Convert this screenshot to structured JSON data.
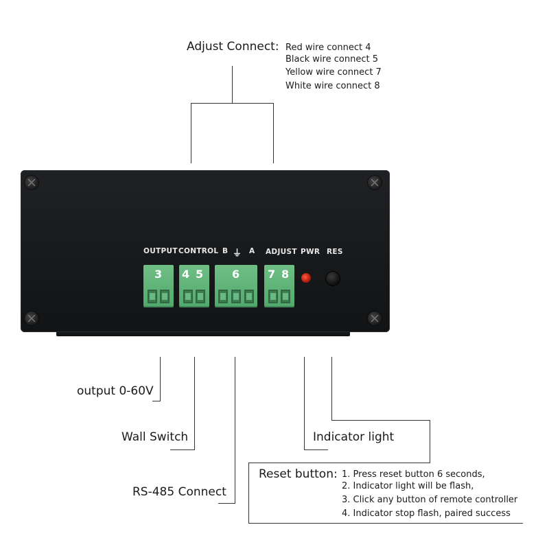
{
  "adjust_connect": {
    "title": "Adjust Connect:",
    "lines": [
      "Red wire connect 4",
      "Black wire connect 5",
      "Yellow wire connect 7",
      "White wire connect 8"
    ]
  },
  "device": {
    "labels": {
      "output": "OUTPUT",
      "control": "CONTROL",
      "b": "B",
      "ground": "⏚",
      "a": "A",
      "adjust": "ADJUST",
      "pwr": "PWR",
      "res": "RES"
    },
    "terminals": [
      {
        "name": "output",
        "numbers": [
          "3"
        ]
      },
      {
        "name": "control",
        "numbers": [
          "4",
          "5"
        ]
      },
      {
        "name": "rs485",
        "numbers": [
          "6"
        ]
      },
      {
        "name": "adjust",
        "numbers": [
          "7",
          "8"
        ]
      }
    ]
  },
  "callouts": {
    "output": "output 0-60V",
    "wall_switch": "Wall Switch",
    "rs485": "RS-485 Connect",
    "indicator": "Indicator light"
  },
  "reset": {
    "title": "Reset button:",
    "steps": [
      "1. Press reset button 6 seconds,",
      "2. Indicator light will be flash,",
      "3. Click any button of remote controller",
      "4. Indicator stop flash, paired success"
    ]
  },
  "colors": {
    "terminal_green": "#5fb479",
    "device_body": "#1b1d1f",
    "led_red": "#d8321a"
  }
}
